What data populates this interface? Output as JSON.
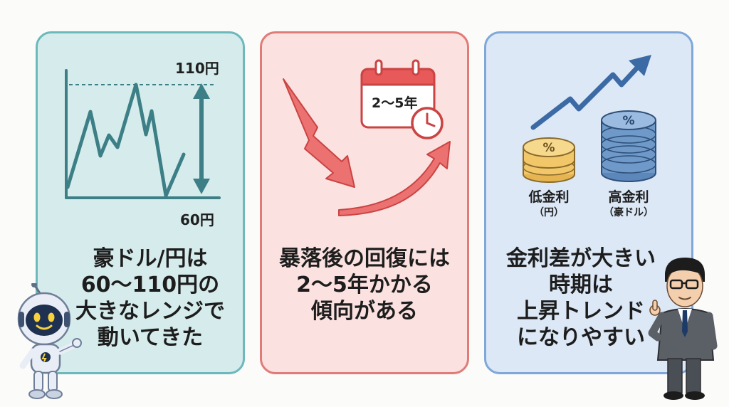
{
  "panels": [
    {
      "label_top": "110円",
      "label_bottom": "60円",
      "caption": [
        "豪ドル/円は",
        "60〜110円の",
        "大きなレンジで",
        "動いてきた"
      ]
    },
    {
      "calendar_text": "2〜5年",
      "caption": [
        "暴落後の回復には",
        "2〜5年かかる",
        "傾向がある"
      ]
    },
    {
      "coin_low": {
        "title": "低金利",
        "sub": "（円）"
      },
      "coin_high": {
        "title": "高金利",
        "sub": "（豪ドル）"
      },
      "caption": [
        "金利差が大きい",
        "時期は",
        "上昇トレンド",
        "になりやすい"
      ]
    }
  ],
  "colors": {
    "teal_panel": "#d6ecec",
    "pink_panel": "#fbe1e0",
    "blue_panel": "#dce8f6",
    "chart_line": "#3d7f86",
    "red_arrow": "#e8595a",
    "blue_arrow": "#3b6aa5",
    "coin_gold": "#f2c76a",
    "coin_blue": "#6f99c9"
  },
  "icons": [
    "range-chart-icon",
    "range-arrow-icon",
    "down-arrow-icon",
    "calendar-icon",
    "clock-icon",
    "up-arrow-icon",
    "trend-arrow-icon",
    "coin-stack-icon",
    "robot-mascot",
    "businessman-mascot"
  ]
}
